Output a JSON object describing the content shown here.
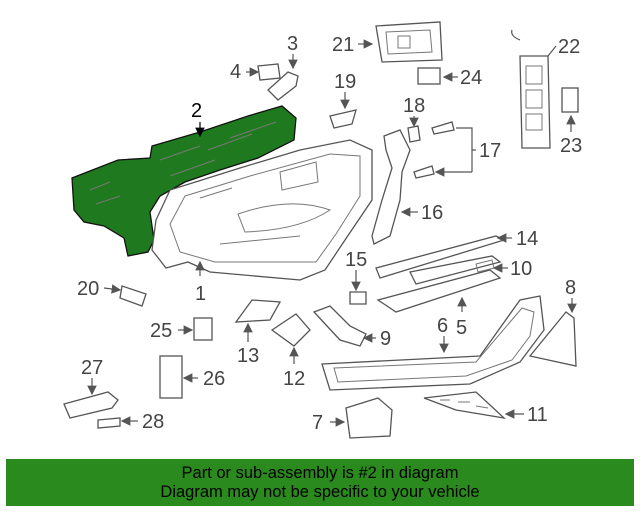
{
  "colors": {
    "highlight": "#1f7a1f",
    "banner": "#2b8a1e",
    "lines": "#555555"
  },
  "callouts": {
    "c1": "1",
    "c2": "2",
    "c3": "3",
    "c4": "4",
    "c5": "5",
    "c6": "6",
    "c7": "7",
    "c8": "8",
    "c9": "9",
    "c10": "10",
    "c11": "11",
    "c12": "12",
    "c13": "13",
    "c14": "14",
    "c15": "15",
    "c16": "16",
    "c17": "17",
    "c18": "18",
    "c19": "19",
    "c20": "20",
    "c21": "21",
    "c22": "22",
    "c23": "23",
    "c24": "24",
    "c25": "25",
    "c26": "26",
    "c27": "27",
    "c28": "28"
  },
  "highlighted_part": "2",
  "banner": {
    "line1": "Part or sub-assembly is #2 in diagram",
    "line2": "Diagram may not be specific to your vehicle"
  }
}
